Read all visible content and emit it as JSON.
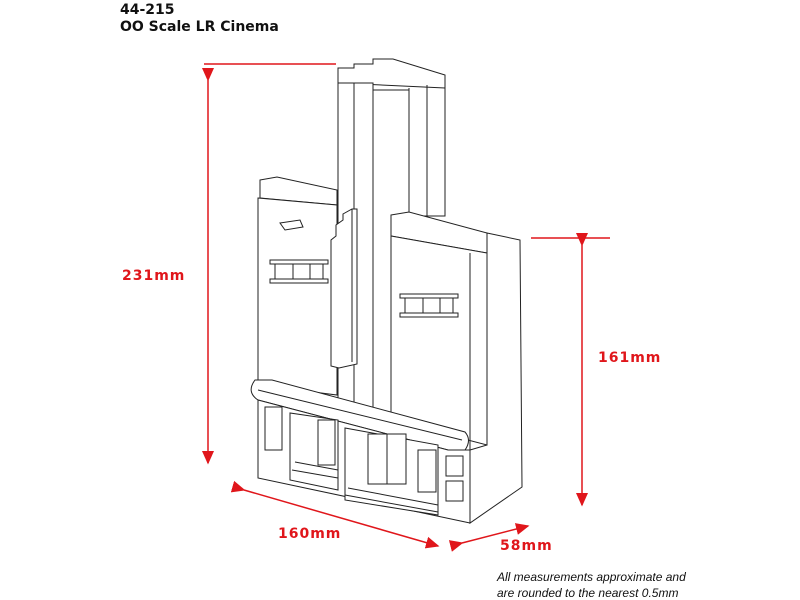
{
  "header": {
    "product_code": "44-215",
    "product_name": "OO Scale LR Cinema"
  },
  "dimensions": {
    "height_total": "231mm",
    "height_right": "161mm",
    "width": "160mm",
    "depth": "58mm"
  },
  "note": {
    "line1": "All measurements approximate and",
    "line2": "are rounded to the nearest 0.5mm"
  },
  "colors": {
    "dimension": "#e0161b",
    "outline": "#222222"
  }
}
